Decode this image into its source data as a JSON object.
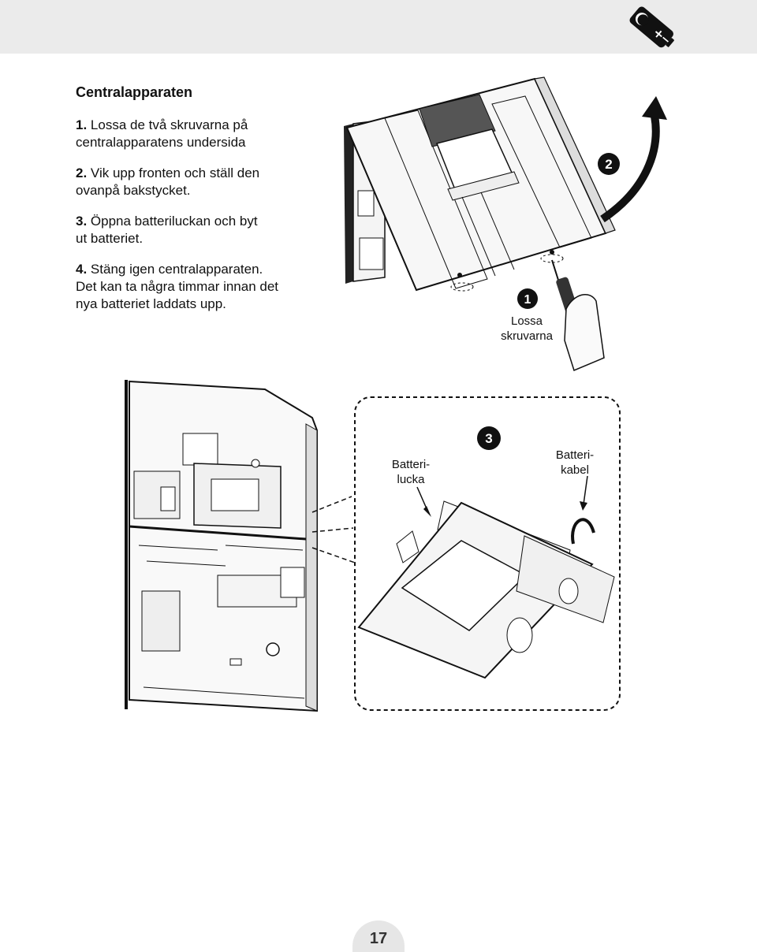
{
  "page": {
    "title": "Centralapparaten",
    "page_number": "17"
  },
  "steps": [
    {
      "num": "1.",
      "line1": "Lossa de två skruvarna på",
      "line2": "centralapparatens undersida"
    },
    {
      "num": "2.",
      "line1": "Vik upp fronten och ställ den",
      "line2": "ovanpå bakstycket."
    },
    {
      "num": "3.",
      "line1": "Öppna batteriluckan och byt",
      "line2": "ut batteriet."
    },
    {
      "num": "4.",
      "line1": "Stäng igen centralapparaten.",
      "line2": "Det kan ta några timmar innan det",
      "line3": "nya batteriet laddats upp."
    }
  ],
  "figure_top": {
    "badge_1": "1",
    "badge_2": "2",
    "label_line1": "Lossa",
    "label_line2": "skruvarna"
  },
  "figure_detail": {
    "badge_3": "3",
    "label_lid_line1": "Batteri-",
    "label_lid_line2": "lucka",
    "label_cable_line1": "Batteri-",
    "label_cable_line2": "kabel"
  },
  "icons": {
    "header": "battery-icon"
  }
}
